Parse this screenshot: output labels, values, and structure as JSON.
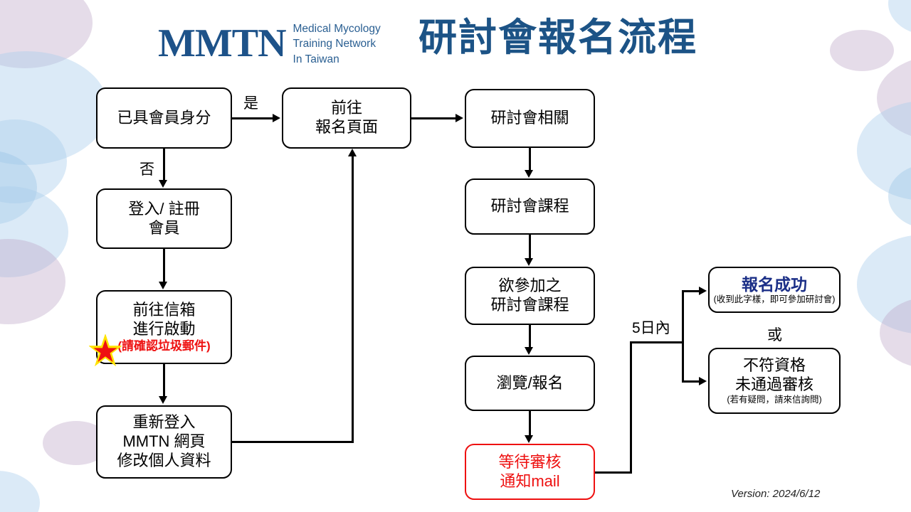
{
  "header": {
    "logo_mark": "MMTN",
    "logo_line1": "Medical Mycology",
    "logo_line2": "Training Network",
    "logo_line3": "In Taiwan",
    "title": "研討會報名流程",
    "brand_color": "#1d5289",
    "title_color": "#1c5386"
  },
  "nodes": {
    "member_check": {
      "line1": "已具會員身分"
    },
    "login_register": {
      "line1": "登入/ 註冊",
      "line2": "會員"
    },
    "activate_mail": {
      "line1": "前往信箱",
      "line2": "進行啟動",
      "note": "(請確認垃圾郵件)",
      "note_color": "#ee1111"
    },
    "relogin_profile": {
      "line1": "重新登入",
      "line2": "MMTN 網頁",
      "line3": "修改個人資料"
    },
    "signup_page": {
      "line1": "前往",
      "line2": "報名頁面"
    },
    "seminar_related": {
      "line1": "研討會相關"
    },
    "seminar_course": {
      "line1": "研討會課程"
    },
    "desired_course": {
      "line1": "欲參加之",
      "line2": "研討會課程"
    },
    "browse_signup": {
      "line1": "瀏覽/報名"
    },
    "wait_review": {
      "line1": "等待審核",
      "line2": "通知mail",
      "color": "#ee1111"
    },
    "success": {
      "headline": "報名成功",
      "note": "(收到此字樣，即可參加研討會)",
      "headline_color": "#1b2f87"
    },
    "rejected": {
      "line1": "不符資格",
      "line2": "未通過審核",
      "note": "(若有疑問，請來信詢問)"
    }
  },
  "edge_labels": {
    "yes": "是",
    "no": "否",
    "within_5_days": "5日內",
    "or": "或"
  },
  "footer": {
    "version": "Version: 2024/6/12"
  }
}
